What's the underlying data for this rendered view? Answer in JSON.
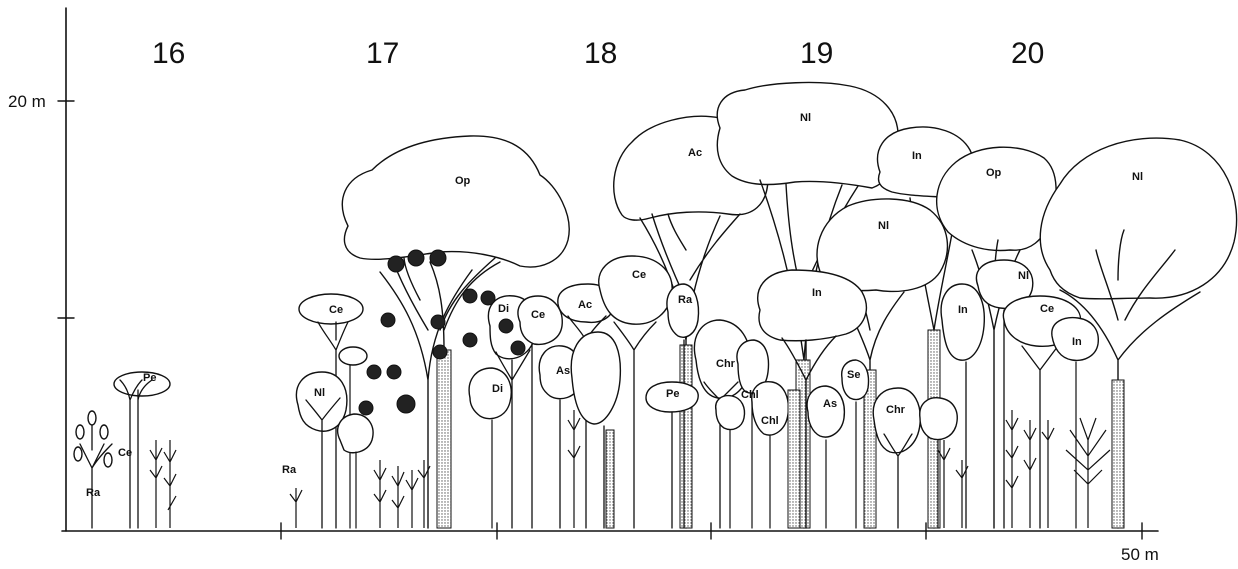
{
  "axis": {
    "height_label": "20 m",
    "distance_label": "50 m"
  },
  "plots": [
    "16",
    "17",
    "18",
    "19",
    "20"
  ],
  "species_labels": {
    "ra1": "Ra",
    "ce1": "Ce",
    "pe1": "Pe",
    "ra2": "Ra",
    "nl1": "Nl",
    "ce2": "Ce",
    "op1": "Op",
    "di1": "Di",
    "di2": "Di",
    "ce3": "Ce",
    "as1": "As",
    "ac1": "Ac",
    "ce4": "Ce",
    "ra3": "Ra",
    "ac2": "Ac",
    "pe2": "Pe",
    "chr1": "Chr",
    "chl1": "Chl",
    "chl2": "Chl",
    "nl2": "Nl",
    "in1": "In",
    "as2": "As",
    "se1": "Se",
    "nl3": "Nl",
    "in2": "In",
    "chr2": "Chr",
    "in3": "In",
    "op2": "Op",
    "nl4": "Nl",
    "ce5": "Ce",
    "in4": "In",
    "nl5": "Nl"
  }
}
